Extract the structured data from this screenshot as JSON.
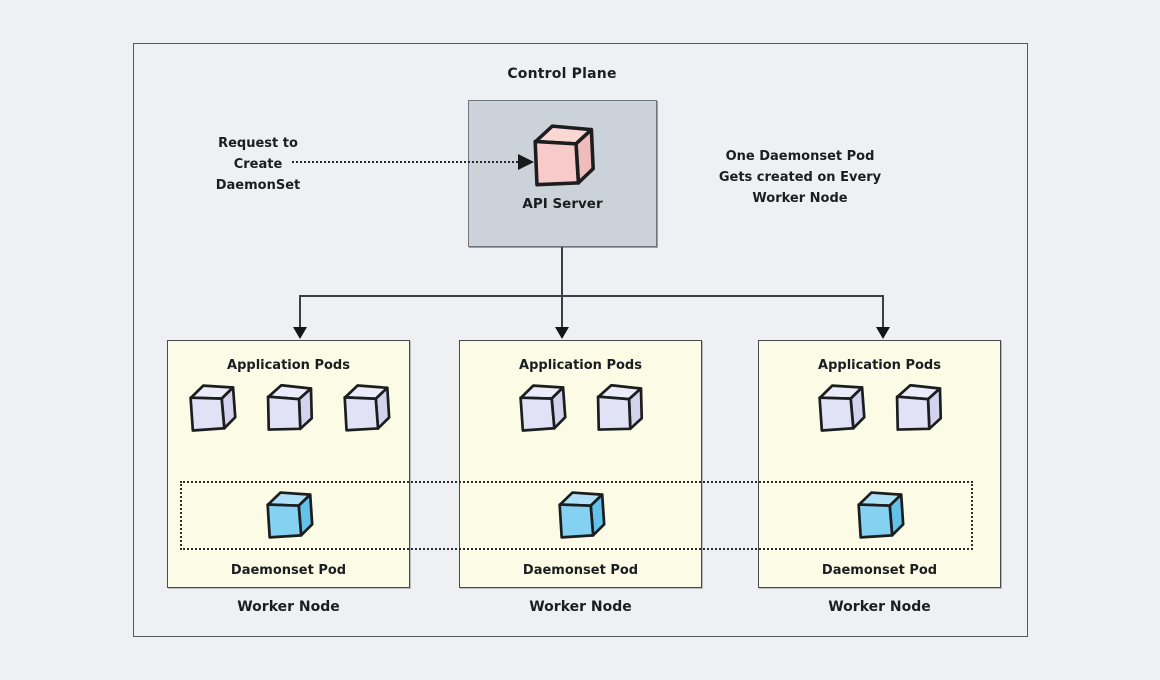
{
  "diagram": {
    "control_plane_label": "Control Plane",
    "api_server": {
      "label": "API Server",
      "cube_count": 1
    },
    "request_note": {
      "lines": [
        "Request to",
        "Create",
        "DaemonSet"
      ]
    },
    "info_note": {
      "lines": [
        "One Daemonset Pod",
        "Gets created on Every",
        "Worker Node"
      ]
    },
    "worker_nodes": [
      {
        "app_pods_label": "Application Pods",
        "app_pod_count": 3,
        "daemonset_pod_count": 1,
        "daemonset_label": "Daemonset Pod",
        "node_label": "Worker Node"
      },
      {
        "app_pods_label": "Application Pods",
        "app_pod_count": 2,
        "daemonset_pod_count": 1,
        "daemonset_label": "Daemonset Pod",
        "node_label": "Worker Node"
      },
      {
        "app_pods_label": "Application Pods",
        "app_pod_count": 2,
        "daemonset_pod_count": 1,
        "daemonset_label": "Daemonset Pod",
        "node_label": "Worker Node"
      }
    ],
    "colors": {
      "background": "#eef0f3",
      "frame_border": "#53575c",
      "api_box_fill": "#ccd2d9",
      "api_box_border": "#70757b",
      "worker_box_fill": "#fcfce6",
      "worker_box_border": "#46494e",
      "connector_line": "#3b3f44",
      "api_cube": {
        "front": "#f9caca",
        "top": "#fbd7d4",
        "side": "#f0bcba"
      },
      "app_cube": {
        "front": "#e2e2f6",
        "top": "#ebebf9",
        "side": "#d3d3ee"
      },
      "daemon_cube": {
        "front": "#84d1f2",
        "top": "#aee1f7",
        "side": "#62c2e9"
      }
    }
  }
}
